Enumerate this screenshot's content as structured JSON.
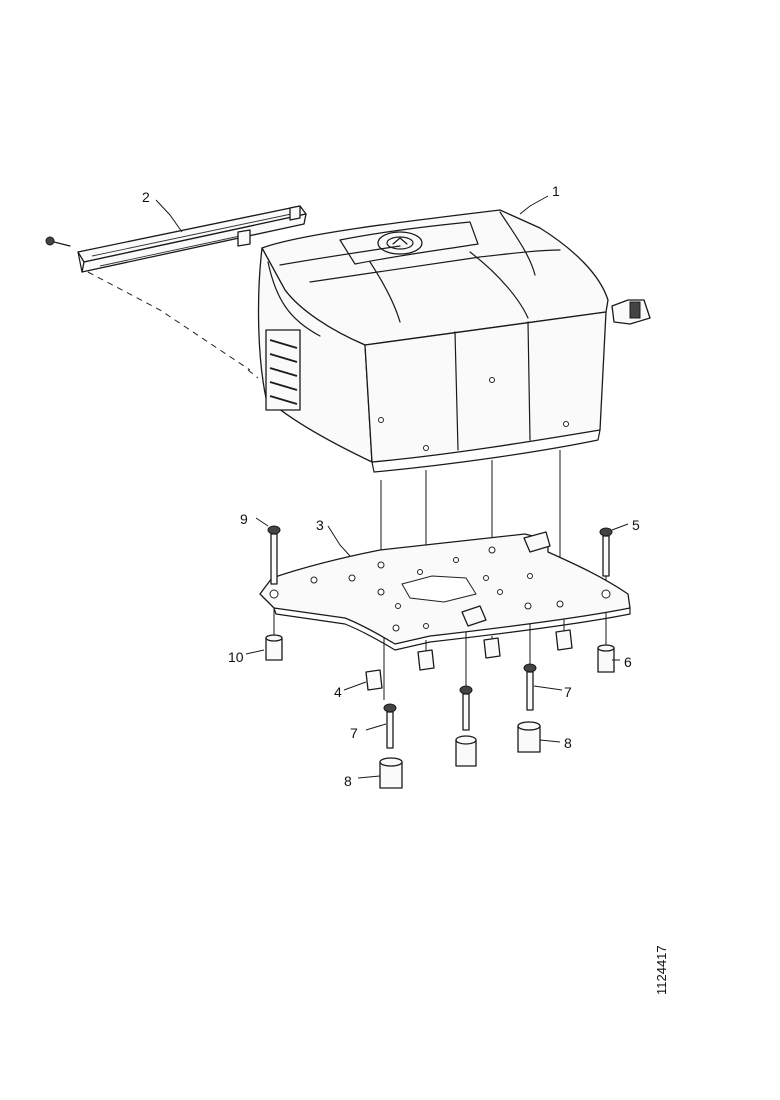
{
  "callouts": [
    {
      "id": "c1",
      "text": "1"
    },
    {
      "id": "c2",
      "text": "2"
    },
    {
      "id": "c3",
      "text": "3"
    },
    {
      "id": "c4",
      "text": "4"
    },
    {
      "id": "c5",
      "text": "5"
    },
    {
      "id": "c6",
      "text": "6"
    },
    {
      "id": "c7a",
      "text": "7"
    },
    {
      "id": "c7b",
      "text": "7"
    },
    {
      "id": "c8a",
      "text": "8"
    },
    {
      "id": "c8b",
      "text": "8"
    },
    {
      "id": "c9",
      "text": "9"
    },
    {
      "id": "c10",
      "text": "10"
    }
  ],
  "reference_number": "1124417"
}
